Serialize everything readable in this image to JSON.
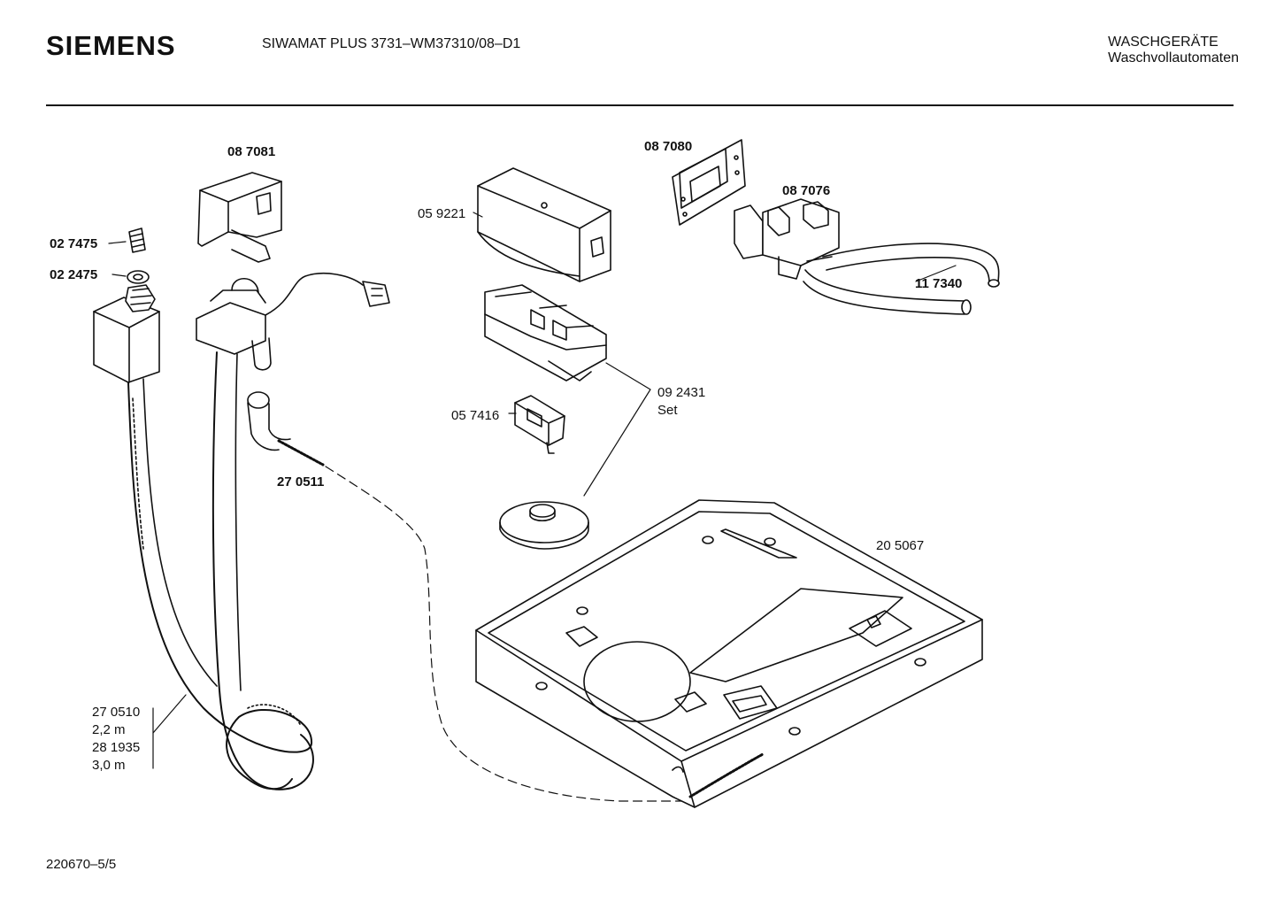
{
  "header": {
    "brand": "SIEMENS",
    "model": "SIWAMAT PLUS 3731–WM37310/08–D1",
    "category_line1": "WASCHGERÄTE",
    "category_line2": "Waschvollautomaten"
  },
  "parts": {
    "p087081": "08 7081",
    "p087080": "08 7080",
    "p087076": "08 7076",
    "p059221": "05 9221",
    "p027475": "02 7475",
    "p022475": "02 2475",
    "p117340": "11 7340",
    "p092431": "09 2431",
    "p092431_set": "Set",
    "p057416": "05 7416",
    "p270511": "27 0511",
    "p205067": "20 5067",
    "hose_a": "27 0510",
    "hose_a_len": "2,2 m",
    "hose_b": "28 1935",
    "hose_b_len": "3,0 m"
  },
  "footer": {
    "doc_number": "220670–5/5"
  }
}
